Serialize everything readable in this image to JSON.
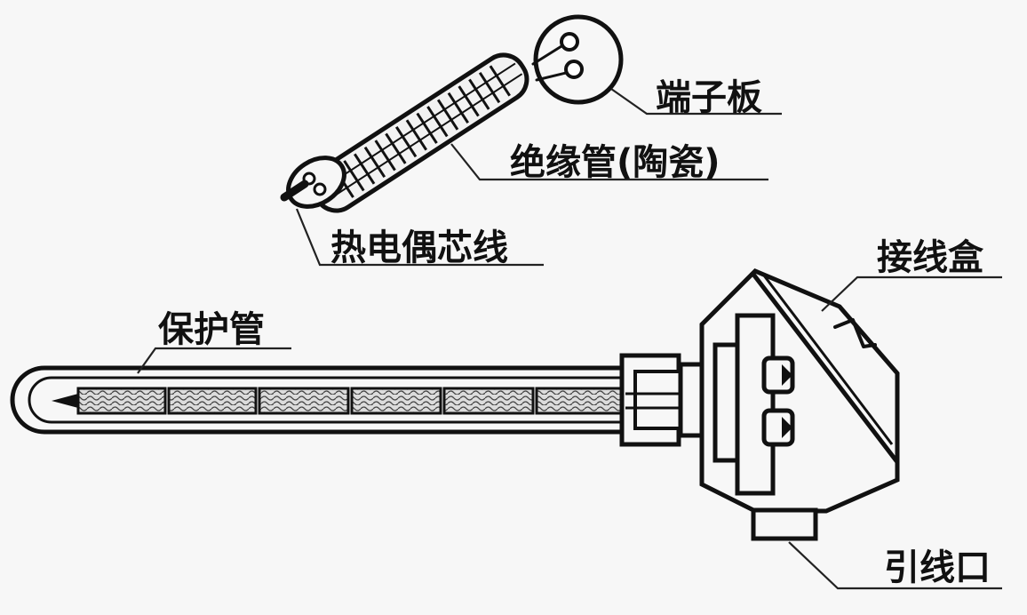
{
  "labels": {
    "terminal_board": "端子板",
    "insulation_tube": "绝缘管(陶瓷)",
    "thermocouple_wire": "热电偶芯线",
    "junction_box": "接线盒",
    "protection_tube": "保护管",
    "lead_outlet": "引线口"
  },
  "colors": {
    "ink": "#111111",
    "background": "#f7f7f7",
    "insulator_fill": "#d9d9d9"
  }
}
